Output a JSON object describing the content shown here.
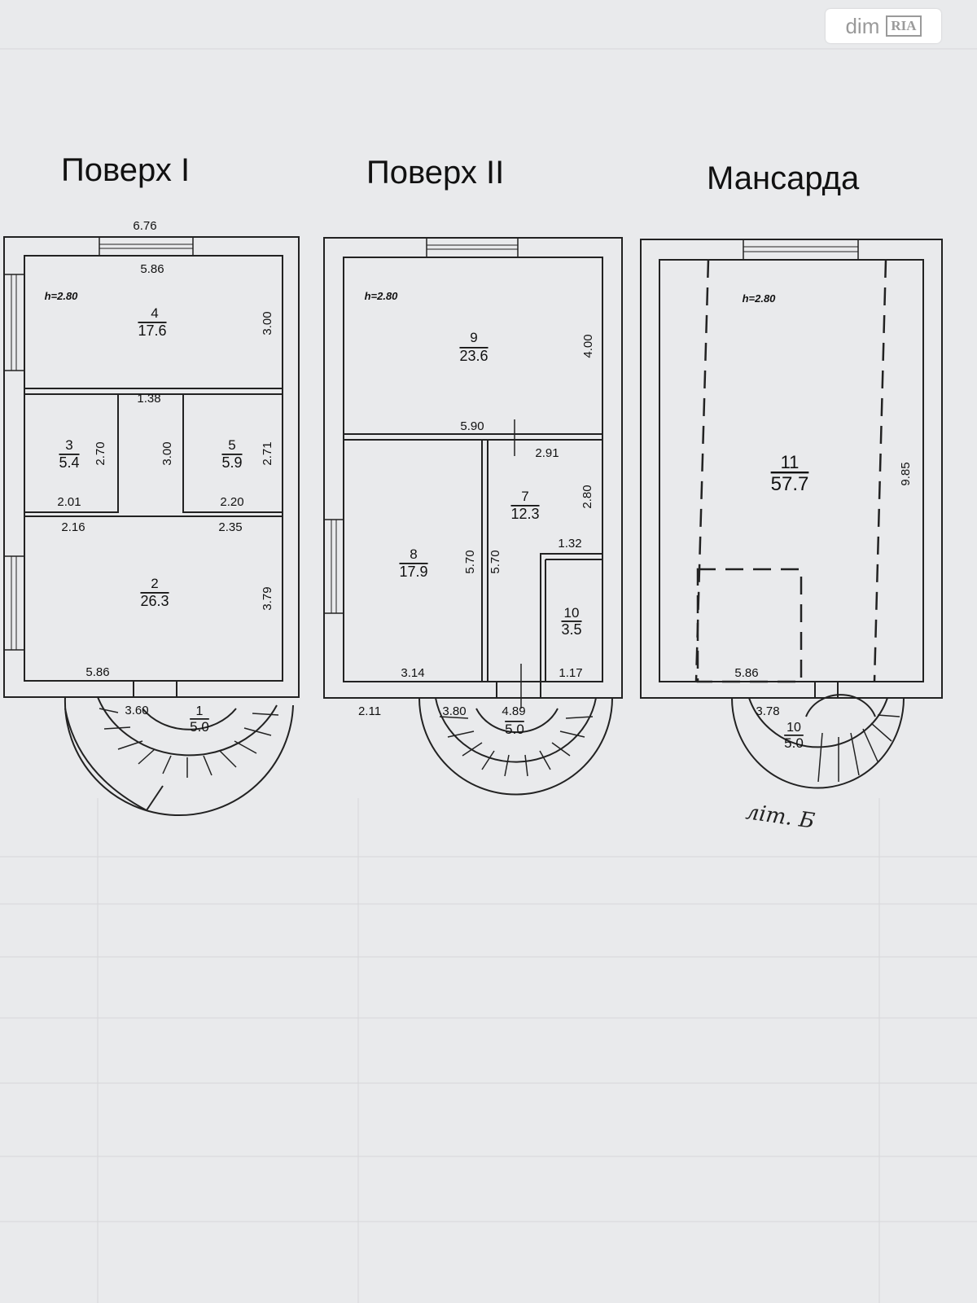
{
  "watermark": {
    "brand_a": "dim",
    "brand_b": "RIA"
  },
  "floors": [
    {
      "key": "f1",
      "title": "Поверх I",
      "height_note": "h=2.80",
      "rooms": [
        {
          "id": "1",
          "area": "5.0"
        },
        {
          "id": "2",
          "area": "26.3"
        },
        {
          "id": "3",
          "area": "5.4"
        },
        {
          "id": "4",
          "area": "17.6"
        },
        {
          "id": "5",
          "area": "5.9"
        }
      ],
      "dimensions": [
        "6.76",
        "5.86",
        "3.00",
        "1.38",
        "2.70",
        "3.00",
        "2.71",
        "2.01",
        "2.20",
        "2.16",
        "2.35",
        "3.79",
        "5.86",
        "3.60"
      ]
    },
    {
      "key": "f2",
      "title": "Поверх II",
      "height_note": "h=2.80",
      "rooms": [
        {
          "id": "9",
          "area": "23.6"
        },
        {
          "id": "7",
          "area": "12.3"
        },
        {
          "id": "8",
          "area": "17.9"
        },
        {
          "id": "10",
          "area": "3.5"
        },
        {
          "id": "",
          "area": "5.0"
        }
      ],
      "dimensions": [
        "4.00",
        "5.90",
        "2.91",
        "2.80",
        "1.32",
        "5.70",
        "5.70",
        "3.14",
        "1.17",
        "2.11",
        "3.80",
        "4.89"
      ]
    },
    {
      "key": "f3",
      "title": "Мансарда",
      "height_note": "h=2.80",
      "rooms": [
        {
          "id": "11",
          "area": "57.7"
        },
        {
          "id": "10",
          "area": "5.0"
        }
      ],
      "dimensions": [
        "9.85",
        "5.86",
        "3.78"
      ]
    }
  ],
  "handwritten_note": "літ. Б"
}
